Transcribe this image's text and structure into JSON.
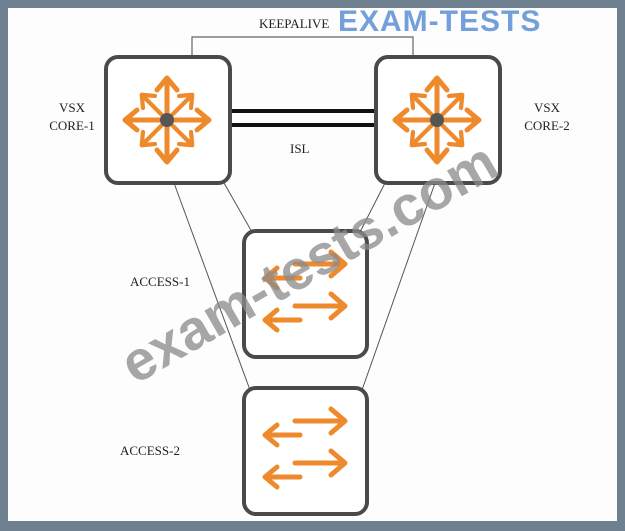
{
  "diagram": {
    "links": {
      "keepalive": "KEEPALIVE",
      "isl": "ISL"
    },
    "nodes": {
      "core1": {
        "line1": "VSX",
        "line2": "CORE-1",
        "type": "router"
      },
      "core2": {
        "line1": "VSX",
        "line2": "CORE-2",
        "type": "router"
      },
      "access1": {
        "label": "ACCESS-1",
        "type": "switch"
      },
      "access2": {
        "label": "ACCESS-2",
        "type": "switch"
      }
    },
    "watermarks": {
      "top": "EXAM-TESTS",
      "diagonal": "exam-tests.com"
    },
    "colors": {
      "icon": "#ee8a2c",
      "box": "#4a4a4a",
      "frame": "#6f8090"
    }
  }
}
